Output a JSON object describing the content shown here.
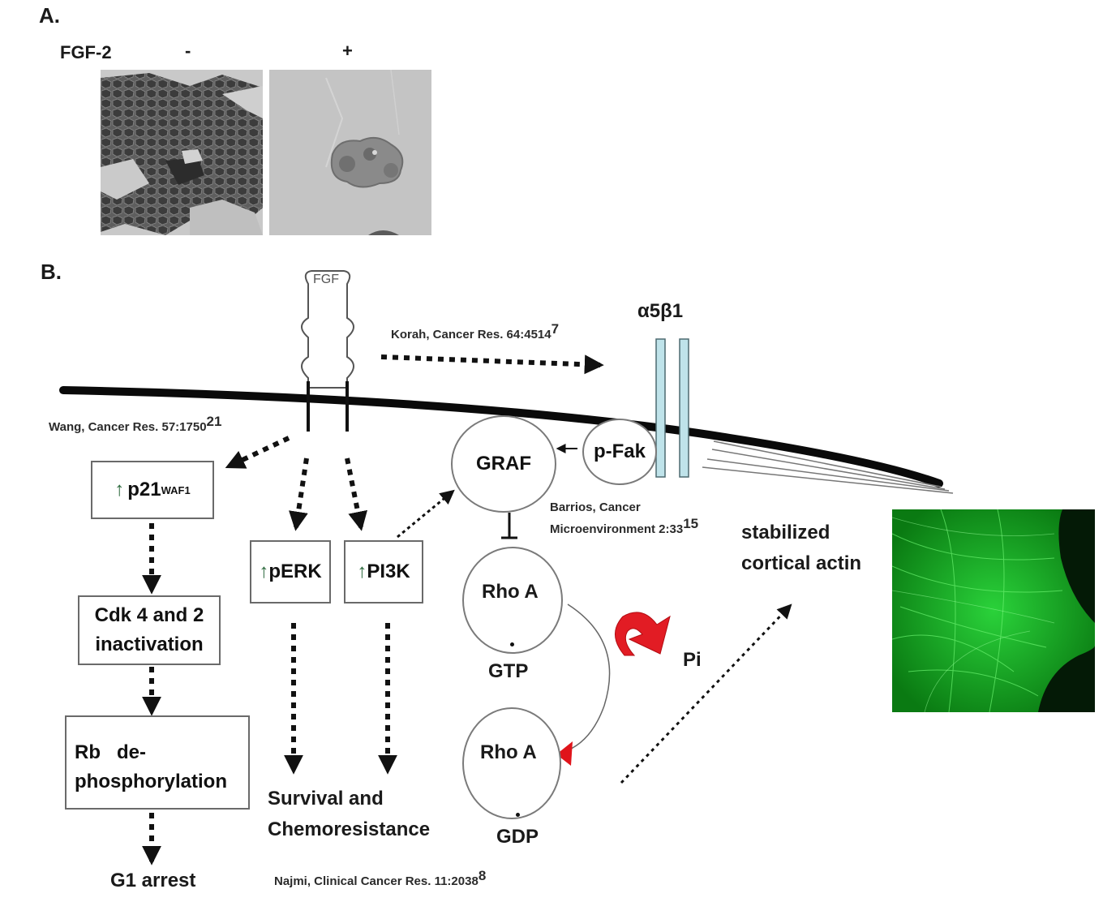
{
  "panel_a": {
    "label": "A.",
    "treatment_label": "FGF-2",
    "minus": "-",
    "plus": "+"
  },
  "panel_b": {
    "label": "B.",
    "receptor": "FGF",
    "integrin": "α5β1",
    "refs": {
      "korah": "Korah, Cancer Res. 64:4514",
      "korah_sup": "7",
      "wang": "Wang, Cancer Res. 57:1750",
      "wang_sup": "21",
      "barrios_line1": "Barrios, Cancer",
      "barrios_line2": "Microenvironment 2:33",
      "barrios_sup": "15",
      "najmi": "Najmi, Clinical Cancer Res. 11:2038",
      "najmi_sup": "8"
    },
    "nodes": {
      "p21_arrow": "↑",
      "p21_main": "p21",
      "p21_sup": "WAF1",
      "cdk_line1": "Cdk 4 and 2",
      "cdk_line2": "inactivation",
      "rb_line1": "Rb   de-",
      "rb_line2": "phosphorylation",
      "g1": "G1 arrest",
      "perk_arrow": "↑",
      "perk": "pERK",
      "pi3k_arrow": "↑",
      "pi3k": "PI3K",
      "survival_line1": "Survival and",
      "survival_line2": "Chemoresistance",
      "graf": "GRAF",
      "pfak": "p-Fak",
      "rhoa_gtp": "Rho A",
      "gtp": "GTP",
      "rhoa_gdp": "Rho A",
      "gdp": "GDP",
      "pi": "Pi",
      "actin_line1": "stabilized",
      "actin_line2": "cortical actin"
    }
  }
}
